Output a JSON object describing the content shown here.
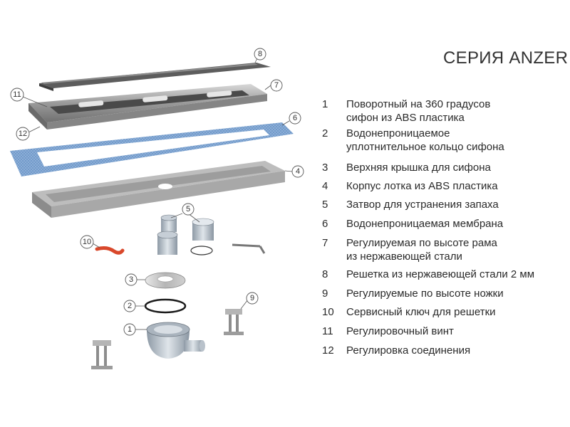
{
  "title": "СЕРИЯ ANZER",
  "callouts": [
    "1",
    "2",
    "3",
    "4",
    "5",
    "5",
    "6",
    "7",
    "8",
    "9",
    "10",
    "11",
    "12"
  ],
  "legend": [
    {
      "num": "1",
      "text": "Поворотный на 360 градусов\nсифон из ABS пластика"
    },
    {
      "num": "2",
      "text": "Водонепроницаемое\nуплотнительное кольцо сифона"
    },
    {
      "num": "3",
      "text": "Верхняя крышка для сифона"
    },
    {
      "num": "4",
      "text": "Корпус лотка из ABS пластика"
    },
    {
      "num": "5",
      "text": "Затвор для устранения запаха"
    },
    {
      "num": "6",
      "text": "Водонепроницаемая мембрана"
    },
    {
      "num": "7",
      "text": "Регулируемая по высоте рама\nиз нержавеющей стали"
    },
    {
      "num": "8",
      "text": "Решетка из нержавеющей стали 2 мм"
    },
    {
      "num": "9",
      "text": "Регулируемые по высоте ножки"
    },
    {
      "num": "10",
      "text": "Сервисный ключ для решетки"
    },
    {
      "num": "11",
      "text": "Регулировочный винт"
    },
    {
      "num": "12",
      "text": "Регулировка соединения"
    }
  ]
}
